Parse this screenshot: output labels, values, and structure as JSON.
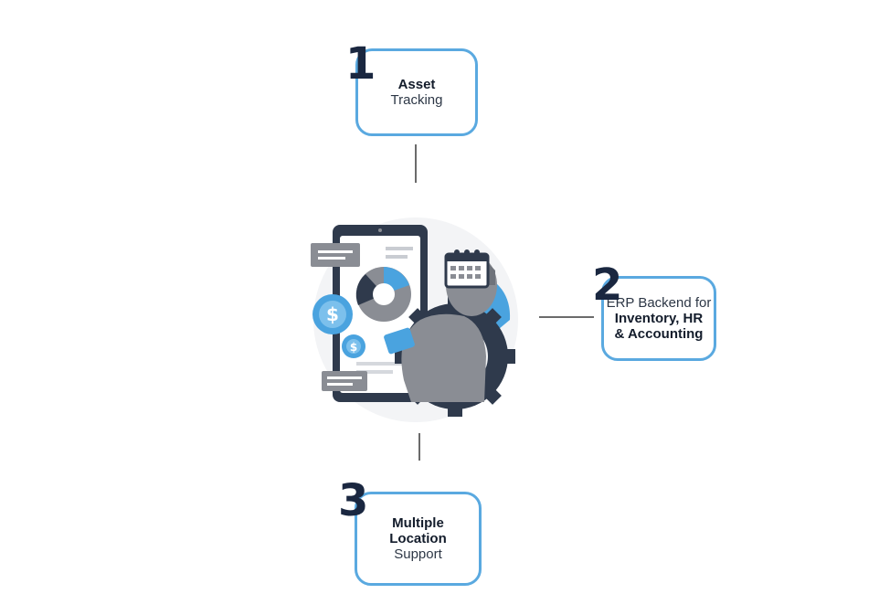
{
  "steps": [
    {
      "number": "1",
      "bold": "Asset",
      "regular": "Tracking"
    },
    {
      "number": "2",
      "regular": "ERP Backend for",
      "bold_line1": "Inventory, HR",
      "bold_line2": "& Accounting"
    },
    {
      "number": "3",
      "bold_line1": "Multiple",
      "bold_line2": "Location",
      "regular": "Support"
    }
  ],
  "colors": {
    "box_border": "#5aa9e0",
    "number": "#1a2740",
    "accent_blue": "#4aa3df",
    "figure_gray": "#8a8d94",
    "gear_dark": "#2f3a4c"
  },
  "icons": [
    "tablet-icon",
    "pie-chart-icon",
    "dollar-coin-icon",
    "calendar-icon",
    "gear-icon",
    "person-figure-icon",
    "chat-bubble-icon"
  ]
}
